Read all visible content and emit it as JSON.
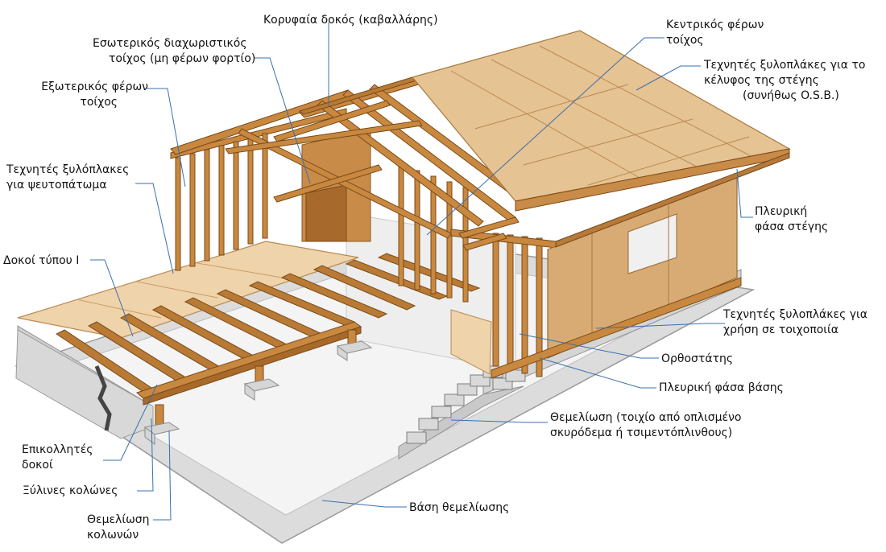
{
  "labels": {
    "ridge": [
      "Κορυφαία δοκός (καβαλλάρης)"
    ],
    "partition": [
      "Εσωτερικός διαχωριστικός",
      "τοίχος (μη φέρων φορτίο)"
    ],
    "exterior_wall": [
      "Εξωτερικός φέρων",
      "τοίχος"
    ],
    "subfloor": [
      "Τεχνητές ξυλόπλακες",
      "για ψευτοπάτωμα"
    ],
    "i_joists": [
      "Δοκοί τύπου Ι"
    ],
    "glulam": [
      "Επικολλητές",
      "δοκοί"
    ],
    "wood_columns": [
      "Ξύλινες κολώνες"
    ],
    "column_footing": [
      "Θεμελίωση",
      "κολωνών"
    ],
    "center_wall": [
      "Κεντρικός φέρων",
      "τοίχος"
    ],
    "roof_sheathing": [
      "Τεχνητές ξυλοπλάκες για το",
      "κέλυφος της στέγης",
      "(συνήθως O.S.B.)"
    ],
    "fascia": [
      "Πλευρική",
      "φάσα στέγης"
    ],
    "wall_sheathing": [
      "Τεχνητές ξυλοπλάκες για",
      "χρήση σε τοιχοποιία"
    ],
    "studs": [
      "Ορθοστάτης"
    ],
    "rim_joist": [
      "Πλευρική φάσα βάσης"
    ],
    "foundation_wall": [
      "Θεμελίωση (τοιχίο από οπλισμένο",
      "σκυρόδεμα ή τσιμεντόπλινθους)"
    ],
    "footing": [
      "Βάση θεμελίωσης"
    ]
  },
  "colors": {
    "wood": "#c8883f",
    "wood_dark": "#8a5a22",
    "panel": "#e8c99c",
    "panel_edge": "#b98a55",
    "concrete": "#e0e0e0",
    "concrete_dark": "#a9a9a9",
    "leader": "#3a6fb0"
  }
}
